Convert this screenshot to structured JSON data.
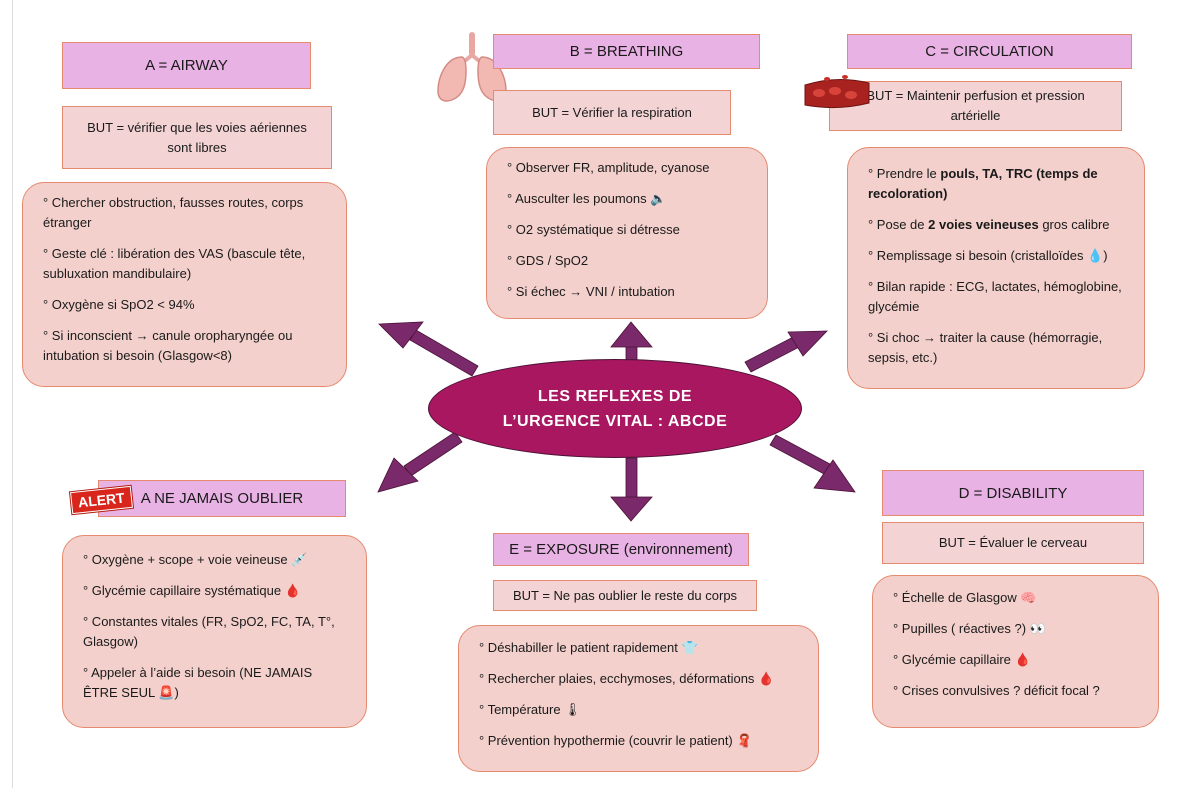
{
  "center": {
    "line1": "LES REFLEXES DE",
    "line2": "L’URGENCE VITAL : ABCDE"
  },
  "airway": {
    "title": "A = AIRWAY",
    "goal": "BUT = vérifier que les voies aériennes sont libres",
    "items": [
      "° Chercher obstruction, fausses routes, corps étranger",
      "° Geste clé : libération des VAS (bascule tête, subluxation mandibulaire)",
      "° Oxygène si SpO2 < 94%",
      "° Si inconscient → canule oropharyngée ou intubation si besoin (Glasgow<8)"
    ]
  },
  "breathing": {
    "title": "B = BREATHING",
    "goal": "BUT = Vérifier la respiration",
    "items": [
      "° Observer FR, amplitude, cyanose",
      "° Ausculter les poumons 🔈",
      " ° O2 systématique si détresse",
      "° GDS / SpO2",
      "° Si échec → VNI / intubation"
    ]
  },
  "circulation": {
    "title": "C = CIRCULATION",
    "goal": "BUT = Maintenir perfusion et pression artérielle",
    "items": [
      {
        "pre": "° Prendre le ",
        "bold": "pouls, TA, TRC (temps de recoloration)",
        "post": ""
      },
      {
        "pre": "° Pose de ",
        "bold": "2 voies veineuses",
        "post": " gros calibre"
      },
      {
        "pre": "° Remplissage si besoin (cristalloïdes 💧)",
        "bold": "",
        "post": ""
      },
      {
        "pre": "° Bilan rapide : ECG, lactates, hémoglobine, glycémie",
        "bold": "",
        "post": ""
      },
      {
        "pre": " ° Si choc → traiter la cause (hémorragie, sepsis, etc.)",
        "bold": "",
        "post": ""
      }
    ]
  },
  "never_forget": {
    "title": "A NE JAMAIS OUBLIER",
    "badge": "ALERT",
    "items": [
      "° Oxygène + scope + voie veineuse 💉",
      " ° Glycémie capillaire systématique 🩸",
      "° Constantes vitales (FR, SpO2, FC, TA, T°, Glasgow)",
      "° Appeler à l’aide si besoin (NE JAMAIS ÊTRE SEUL 🚨)"
    ]
  },
  "exposure": {
    "title": "E = EXPOSURE (environnement)",
    "goal": "BUT = Ne pas oublier le reste du corps",
    "items": [
      "° Déshabiller le patient rapidement 👕",
      "° Rechercher plaies, ecchymoses, déformations 🩸",
      "° Température 🌡",
      "° Prévention hypothermie (couvrir le patient) 🧣"
    ]
  },
  "disability": {
    "title": "D = DISABILITY",
    "goal": "BUT = Évaluer le cerveau",
    "items": [
      "° Échelle de Glasgow 🧠",
      " ° Pupilles ( réactives ?) 👀",
      "  ° Glycémie capillaire 🩸",
      " ° Crises convulsives ? déficit focal ?"
    ]
  },
  "colors": {
    "title_bg": "#e9b2e4",
    "box_bg": "#f3d0cc",
    "border": "#e58a6f",
    "ellipse": "#a8175f",
    "arrow": "#7a2a6b"
  }
}
